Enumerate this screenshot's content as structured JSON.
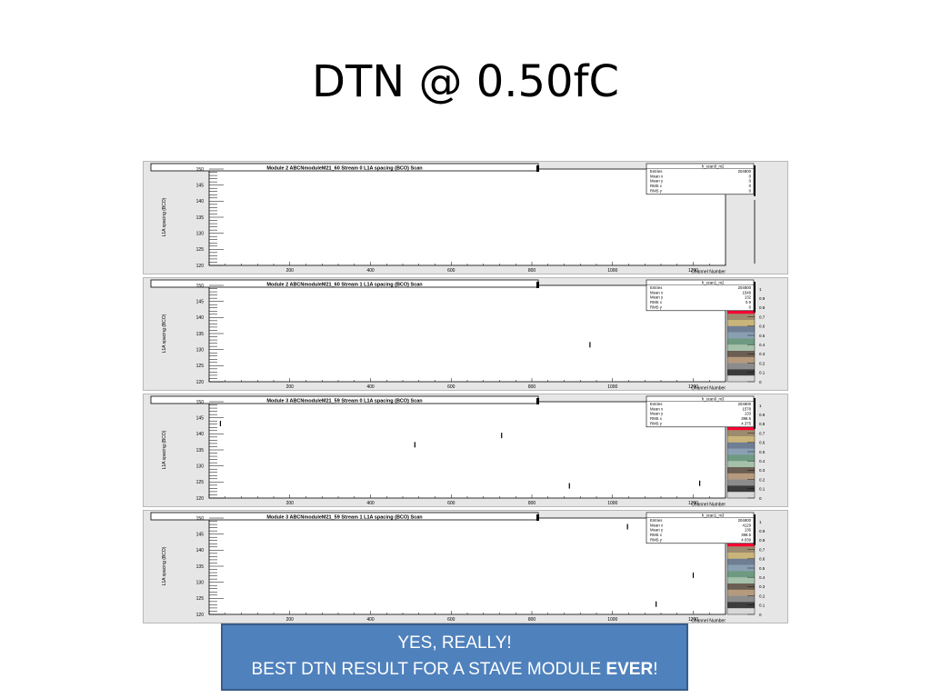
{
  "slide_title": "DTN @ 0.50fC",
  "callout": {
    "line1": "YES, REALLY!",
    "line2_prefix": "BEST DTN RESULT FOR A STAVE MODULE ",
    "line2_bold": "EVER",
    "line2_suffix": "!"
  },
  "chart_data": [
    {
      "type": "scatter",
      "title": "Module 2 ABCNmoduleM21_60 Stream 0 L1A spacing (BCO) Scan",
      "xlabel": "Channel Number",
      "ylabel": "L1A spacing (BCO)",
      "xlim": [
        0,
        1280
      ],
      "ylim": [
        120,
        150
      ],
      "x_ticks": [
        "200",
        "400",
        "600",
        "800",
        "1000",
        "1200"
      ],
      "y_ticks": [
        "120",
        "125",
        "130",
        "135",
        "140",
        "145",
        "150"
      ],
      "points": [],
      "palette": false,
      "stats": {
        "name": "h_scan0_m2",
        "rows": [
          {
            "label": "Entries",
            "value": "204800"
          },
          {
            "label": "Mean x",
            "value": "0"
          },
          {
            "label": "Mean y",
            "value": "0"
          },
          {
            "label": "RMS x",
            "value": "0"
          },
          {
            "label": "RMS y",
            "value": "0"
          }
        ]
      }
    },
    {
      "type": "scatter",
      "title": "Module 2 ABCNmoduleM21_60 Stream 1 L1A spacing (BCO) Scan",
      "xlabel": "Channel Number",
      "ylabel": "L1A spacing (BCO)",
      "xlim": [
        0,
        1280
      ],
      "ylim": [
        120,
        150
      ],
      "x_ticks": [
        "200",
        "400",
        "600",
        "800",
        "1000",
        "1200"
      ],
      "y_ticks": [
        "120",
        "125",
        "130",
        "135",
        "140",
        "145",
        "150"
      ],
      "points": [
        {
          "x": 944,
          "y": 131.5
        }
      ],
      "palette": true,
      "stats": {
        "name": "h_scan1_m2",
        "rows": [
          {
            "label": "Entries",
            "value": "204800"
          },
          {
            "label": "Mean x",
            "value": "1549"
          },
          {
            "label": "Mean y",
            "value": "132"
          },
          {
            "label": "RMS x",
            "value": "0.9"
          },
          {
            "label": "RMS y",
            "value": "0"
          }
        ]
      }
    },
    {
      "type": "scatter",
      "title": "Module 3 ABCNmoduleM21_59 Stream 0 L1A spacing (BCO) Scan",
      "xlabel": "Channel Number",
      "ylabel": "L1A spacing (BCO)",
      "xlim": [
        0,
        1280
      ],
      "ylim": [
        120,
        150
      ],
      "x_ticks": [
        "200",
        "400",
        "600",
        "800",
        "1000",
        "1200"
      ],
      "y_ticks": [
        "120",
        "125",
        "130",
        "135",
        "140",
        "145",
        "150"
      ],
      "points": [
        {
          "x": 28,
          "y": 143.2
        },
        {
          "x": 510,
          "y": 136.6
        },
        {
          "x": 725,
          "y": 139.5
        },
        {
          "x": 893,
          "y": 123.8
        },
        {
          "x": 1216,
          "y": 124.6
        }
      ],
      "palette": true,
      "stats": {
        "name": "h_scan0_m3",
        "rows": [
          {
            "label": "Entries",
            "value": "204800"
          },
          {
            "label": "Mean x",
            "value": "1578"
          },
          {
            "label": "Mean y",
            "value": "133"
          },
          {
            "label": "RMS x",
            "value": "398.5"
          },
          {
            "label": "RMS y",
            "value": "4.375"
          }
        ]
      }
    },
    {
      "type": "scatter",
      "title": "Module 3 ABCNmoduleM21_59 Stream 1 L1A spacing (BCO) Scan",
      "xlabel": "Channel Number",
      "ylabel": "L1A spacing (BCO)",
      "xlim": [
        0,
        1280
      ],
      "ylim": [
        120,
        150
      ],
      "x_ticks": [
        "200",
        "400",
        "600",
        "800",
        "1000",
        "1200"
      ],
      "y_ticks": [
        "120",
        "125",
        "130",
        "135",
        "140",
        "145",
        "150"
      ],
      "points": [
        {
          "x": 1037,
          "y": 147.3
        },
        {
          "x": 1108,
          "y": 123.2
        },
        {
          "x": 1200,
          "y": 132.2
        }
      ],
      "palette": true,
      "stats": {
        "name": "h_scan1_m3",
        "rows": [
          {
            "label": "Entries",
            "value": "204800"
          },
          {
            "label": "Mean x",
            "value": "4129"
          },
          {
            "label": "Mean y",
            "value": "136"
          },
          {
            "label": "RMS x",
            "value": "398.5"
          },
          {
            "label": "RMS y",
            "value": "4.039"
          }
        ]
      }
    }
  ],
  "palette": {
    "labels": [
      "1",
      "0.9",
      "0.8",
      "0.7",
      "0.6",
      "0.5",
      "0.4",
      "0.3",
      "0.2",
      "0.1",
      "0"
    ],
    "colors": [
      "#000000",
      "#00ff00",
      "#ff00ff",
      "#ff0033",
      "#9c8b6f",
      "#c9b47a",
      "#707e94",
      "#8aa0b2",
      "#6e9a82",
      "#a5c1aa",
      "#6b5e52",
      "#b59a7e",
      "#8c8c8c",
      "#3c3c3c",
      "#d8d8d8"
    ]
  }
}
